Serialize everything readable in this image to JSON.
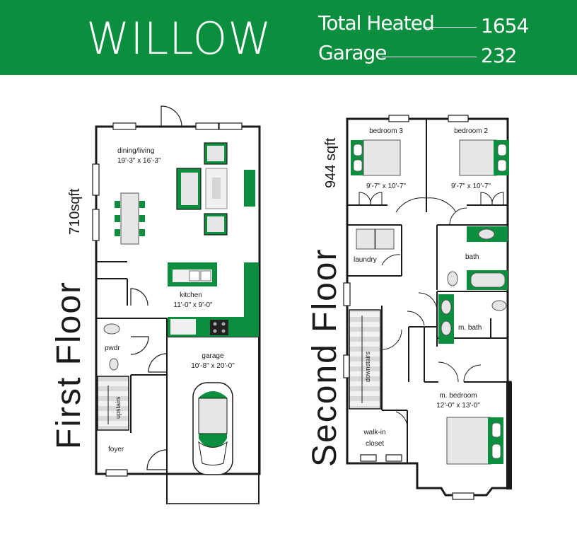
{
  "header": {
    "title": "WILLOW",
    "total_heated_label": "Total Heated",
    "total_heated_value": "1654",
    "garage_label": "Garage",
    "garage_value": "232"
  },
  "first_floor": {
    "title": "First Floor",
    "sqft": "710sqft",
    "rooms": {
      "dining_living_name": "dining/living",
      "dining_living_size": "19'-3\" x 16'-3\"",
      "kitchen_name": "kitchen",
      "kitchen_size": "11'-0\" x 9'-0\"",
      "garage_name": "garage",
      "garage_size": "10'-8\" x 20'-0\"",
      "pwdr": "pwdr",
      "upstairs": "upstairs",
      "foyer": "foyer"
    }
  },
  "second_floor": {
    "title": "Second Floor",
    "sqft": "944 sqft",
    "rooms": {
      "bedroom3_name": "bedroom 3",
      "bedroom3_size": "9'-7\" x 10'-7\"",
      "bedroom2_name": "bedroom 2",
      "bedroom2_size": "9'-7\" x 10'-7\"",
      "laundry": "laundry",
      "bath": "bath",
      "m_bath": "m. bath",
      "downstairs": "downstairs",
      "m_bedroom_name": "m. bedroom",
      "m_bedroom_size": "12'-0\" x 13'-0\"",
      "walkin_line1": "walk-in",
      "walkin_line2": "closet"
    }
  },
  "colors": {
    "brand_green": "#0b8f3f",
    "wall": "#1a1a1a",
    "fixture": "#e6e6e6"
  }
}
